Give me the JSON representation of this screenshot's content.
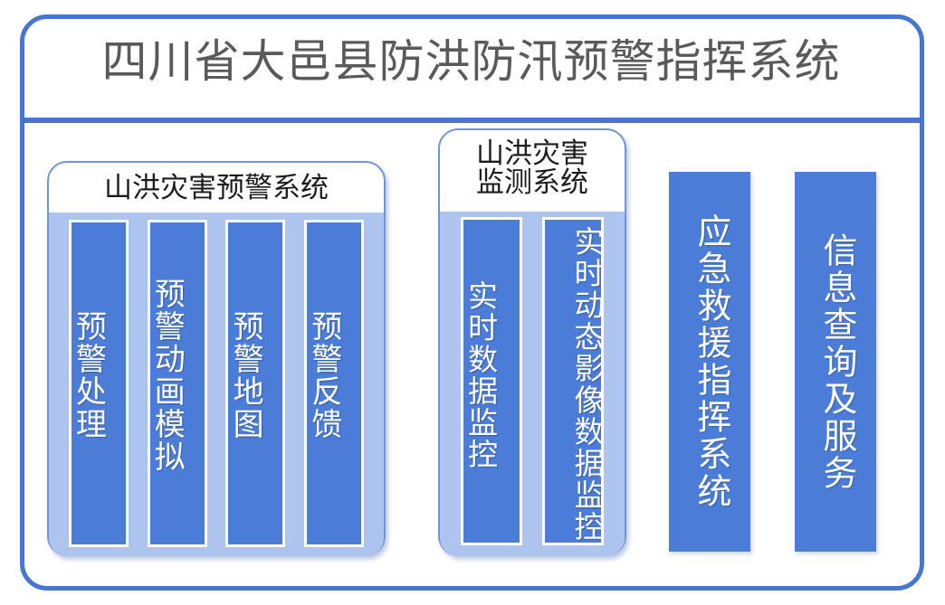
{
  "header": {
    "title": "四川省大邑县防洪防汛预警指挥系统",
    "divider_color": "#4776cf",
    "title_color": "#5a5a5a"
  },
  "theme": {
    "frame_border": "#4776cf",
    "panel_border": "#6f95d8",
    "panel_body_fill": "#adc4ee",
    "column_fill": "#4a7cd8",
    "column_text": "#ffffff",
    "page_background": "#ffffff"
  },
  "panels": [
    {
      "id": "warning-system",
      "title": "山洪灾害预警系统",
      "type": "grouped",
      "columns": [
        {
          "id": "warning-processing",
          "label": "预警处理"
        },
        {
          "id": "warning-animation-simulation",
          "label": "预警动画模拟"
        },
        {
          "id": "warning-map",
          "label": "预警地图"
        },
        {
          "id": "warning-feedback",
          "label": "预警反馈"
        }
      ]
    },
    {
      "id": "monitoring-system",
      "title": "山洪灾害\n监测系统",
      "type": "grouped",
      "columns": [
        {
          "id": "realtime-data-monitoring",
          "label": "实时数据监控"
        },
        {
          "id": "realtime-dynamic-image-data-monitoring",
          "label": "实时动态影像数据监控"
        }
      ]
    },
    {
      "id": "emergency-rescue-command-system",
      "title": "应急救援指挥系统",
      "type": "solo"
    },
    {
      "id": "information-query-and-service",
      "title": "信息查询及服务",
      "type": "solo"
    }
  ]
}
